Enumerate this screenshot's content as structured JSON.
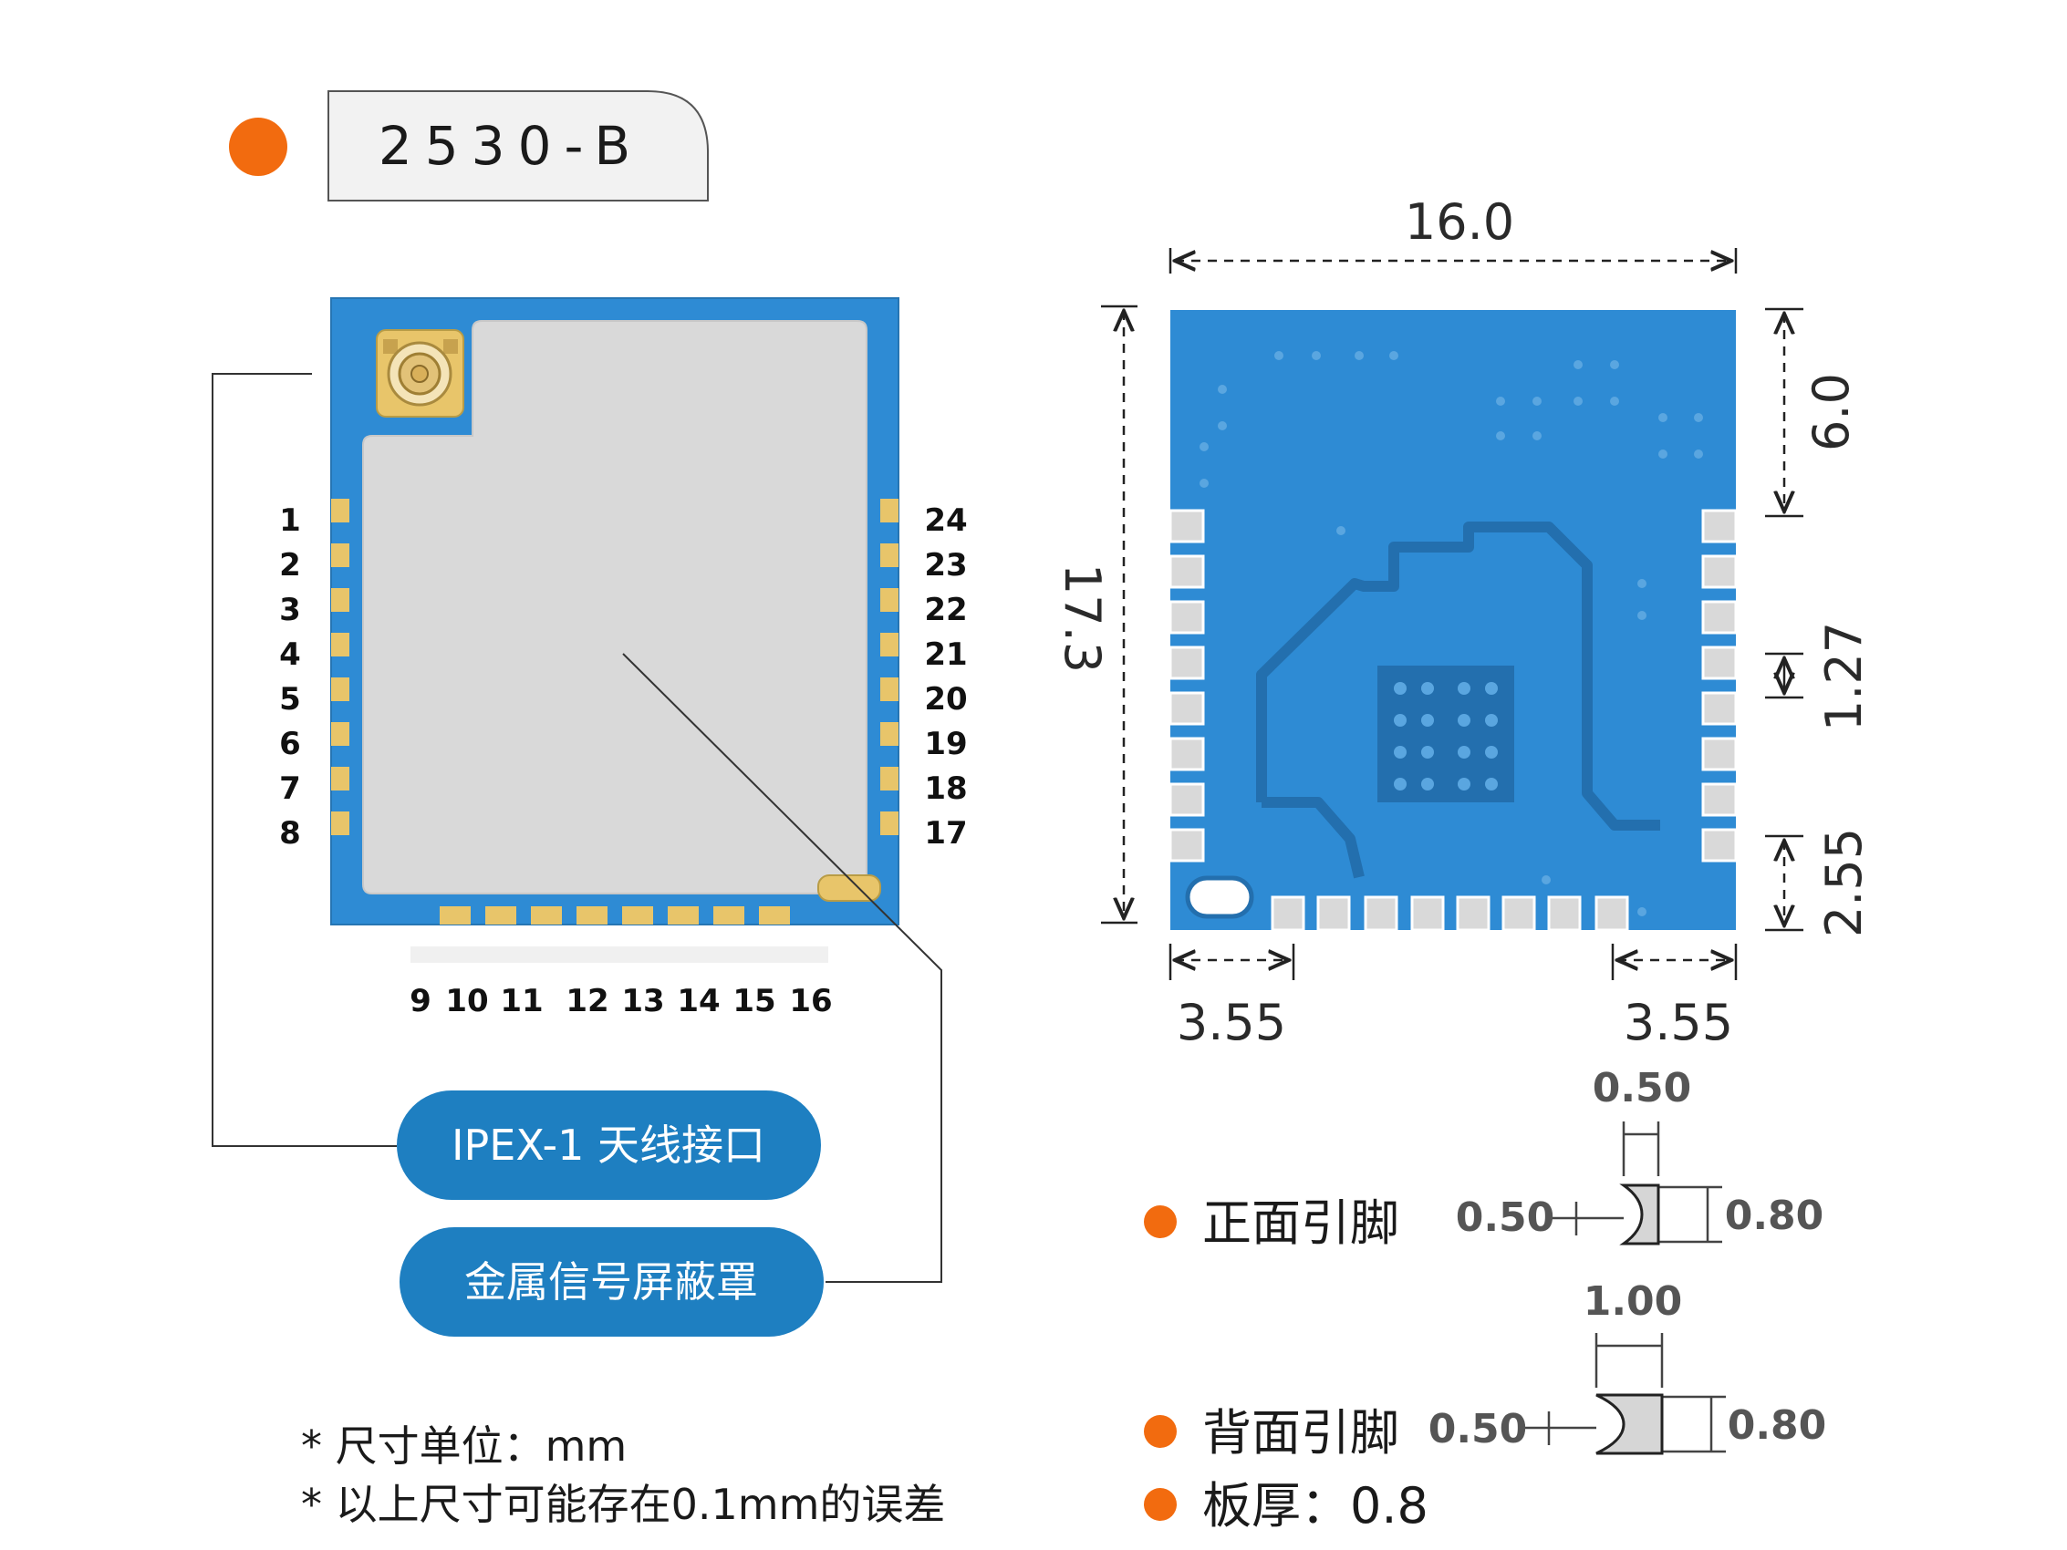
{
  "title": "2530-B",
  "colors": {
    "accent_orange": "#F26B0F",
    "pcb_blue": "#2E8BD4",
    "pill_blue": "#1E7FC1",
    "shield_gray": "#D9D9D9",
    "pad_gold": "#E8C56A"
  },
  "left_pins": [
    "1",
    "2",
    "3",
    "4",
    "5",
    "6",
    "7",
    "8"
  ],
  "right_pins": [
    "24",
    "23",
    "22",
    "21",
    "20",
    "19",
    "18",
    "17"
  ],
  "bottom_pins": [
    "9",
    "10",
    "11",
    "12",
    "13",
    "14",
    "15",
    "16"
  ],
  "callouts": {
    "antenna": "IPEX-1 天线接口",
    "shield": "金属信号屏蔽罩"
  },
  "dimensions": {
    "width": "16.0",
    "height": "17.3",
    "top_right": "6.0",
    "pitch": "1.27",
    "bottom_right": "2.55",
    "bottom_left": "3.55",
    "bottom_right_h": "3.55"
  },
  "pad_detail": {
    "front_label": "正面引脚",
    "front_width": "0.50",
    "front_left": "0.50",
    "front_right": "0.80",
    "back_label": "背面引脚",
    "back_width": "1.00",
    "back_left": "0.50",
    "back_right": "0.80",
    "thickness_label": "板厚：0.8"
  },
  "notes": {
    "unit": "* 尺寸单位：mm",
    "tolerance": "* 以上尺寸可能存在0.1mm的误差"
  }
}
